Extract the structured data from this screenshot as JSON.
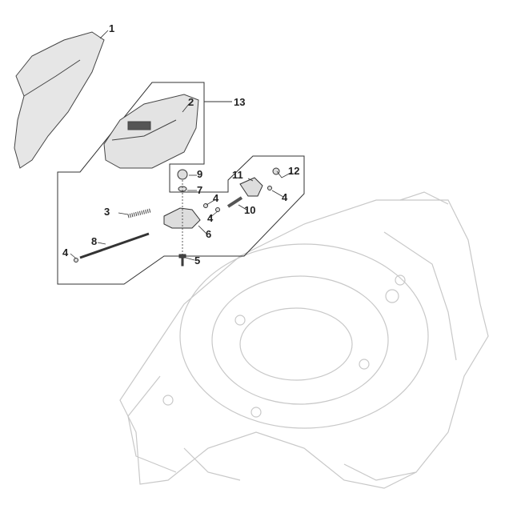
{
  "callouts": [
    {
      "id": "c1",
      "text": "1"
    },
    {
      "id": "c2",
      "text": "2"
    },
    {
      "id": "c13",
      "text": "13"
    },
    {
      "id": "c9",
      "text": "9"
    },
    {
      "id": "c7",
      "text": "7"
    },
    {
      "id": "c11",
      "text": "11"
    },
    {
      "id": "c12",
      "text": "12"
    },
    {
      "id": "c3",
      "text": "3"
    },
    {
      "id": "c4a",
      "text": "4"
    },
    {
      "id": "c10",
      "text": "10"
    },
    {
      "id": "c4b",
      "text": "4"
    },
    {
      "id": "c4c",
      "text": "4"
    },
    {
      "id": "c6",
      "text": "6"
    },
    {
      "id": "c8",
      "text": "8"
    },
    {
      "id": "c4d",
      "text": "4"
    },
    {
      "id": "c5",
      "text": "5"
    }
  ]
}
